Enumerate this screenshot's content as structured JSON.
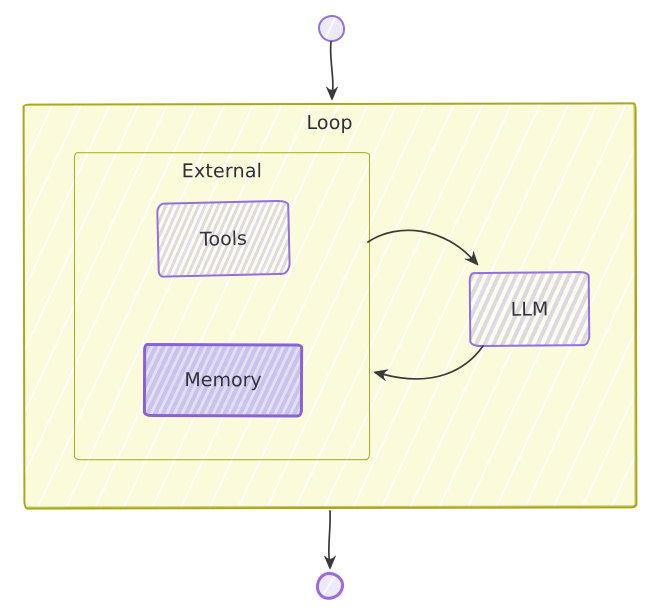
{
  "diagram": {
    "type": "flowchart",
    "direction": "top-down",
    "style": "hand-drawn-sketch",
    "subgraphs": [
      {
        "id": "loop",
        "label": "Loop"
      },
      {
        "id": "external",
        "label": "External",
        "parent": "loop"
      }
    ],
    "nodes": [
      {
        "id": "start",
        "shape": "circle",
        "label": "",
        "role": "start-terminal"
      },
      {
        "id": "tools",
        "shape": "rectangle",
        "label": "Tools",
        "parent": "external"
      },
      {
        "id": "memory",
        "shape": "rectangle",
        "label": "Memory",
        "parent": "external"
      },
      {
        "id": "llm",
        "shape": "rectangle",
        "label": "LLM",
        "parent": "loop"
      },
      {
        "id": "end",
        "shape": "circle",
        "label": "",
        "role": "end-terminal"
      }
    ],
    "edges": [
      {
        "from": "start",
        "to": "loop",
        "style": "straight-down"
      },
      {
        "from": "external",
        "to": "llm",
        "style": "curved"
      },
      {
        "from": "llm",
        "to": "external",
        "style": "curved"
      },
      {
        "from": "loop",
        "to": "end",
        "style": "straight-down"
      }
    ],
    "colors": {
      "canvas_background": "#ffffff",
      "subgraph_border": "#a8a81f",
      "subgraph_fill": "#fbfadb",
      "node_border": "#9370db",
      "node_fill_hatch": "#dcd8f5",
      "terminal_fill": "#eceafb",
      "text": "#2e2e38",
      "edge": "#3a3a3a"
    }
  }
}
